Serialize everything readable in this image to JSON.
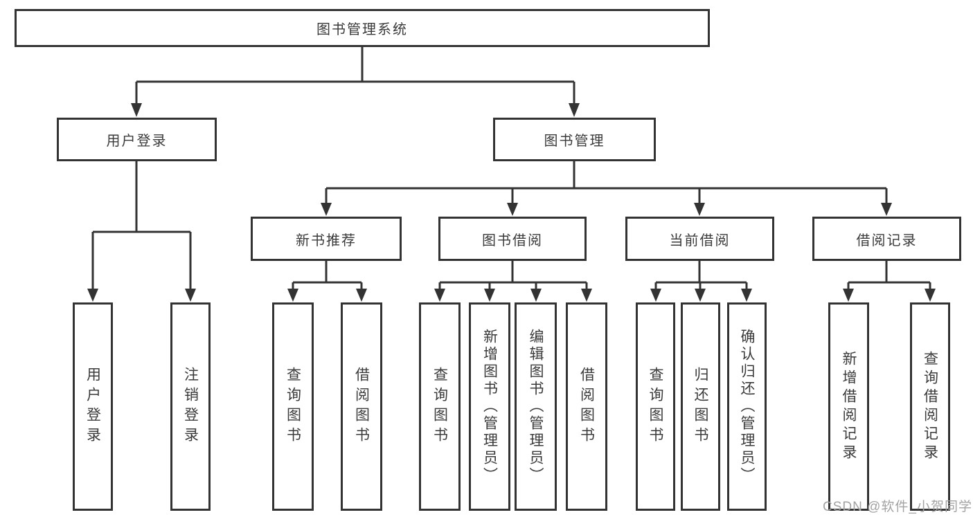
{
  "diagram": {
    "root_label": "图书管理系统",
    "login_branch": {
      "label": "用户登录",
      "children": [
        "用户登录",
        "注销登录"
      ]
    },
    "mgmt_branch": {
      "label": "图书管理",
      "sections": [
        {
          "label": "新书推荐",
          "children": [
            "查询图书",
            "借阅图书"
          ]
        },
        {
          "label": "图书借阅",
          "children": [
            "查询图书",
            "新增图书（管理员）",
            "编辑图书（管理员）",
            "借阅图书"
          ]
        },
        {
          "label": "当前借阅",
          "children": [
            "查询图书",
            "归还图书",
            "确认归还（管理员）"
          ]
        },
        {
          "label": "借阅记录",
          "children": [
            "新增借阅记录",
            "查询借阅记录"
          ]
        }
      ]
    }
  },
  "watermark": {
    "text": "CSDN @软件_小贺同学"
  },
  "colors": {
    "line": "#333333",
    "box_border": "#333333",
    "text": "#3a3a3a",
    "background": "#ffffff",
    "watermark": "#a3a3a3"
  }
}
